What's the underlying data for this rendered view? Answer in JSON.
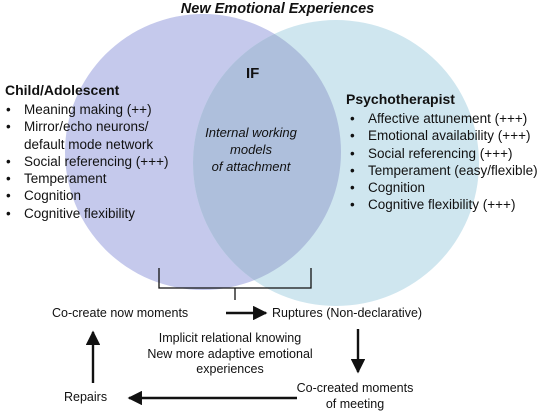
{
  "title": "New Emotional Experiences",
  "left_circle": {
    "heading": "Child/Adolescent",
    "items": [
      [
        "Meaning making (++)"
      ],
      [
        "Mirror/echo neurons/",
        "default mode network"
      ],
      [
        "Social referencing (+++)"
      ],
      [
        "Temperament"
      ],
      [
        "Cognition"
      ],
      [
        "Cognitive flexibility"
      ]
    ]
  },
  "right_circle": {
    "heading": "Psychotherapist",
    "items": [
      "Affective attunement (+++)",
      "Emotional availability (+++)",
      "Social referencing (+++)",
      "Temperament (easy/flexible)",
      "Cognition",
      "Cognitive flexibility (+++)"
    ]
  },
  "overlap": {
    "label": "IF",
    "lines": [
      "Internal working",
      "models",
      "of attachment"
    ]
  },
  "cycle": {
    "now_moments": "Co-create now moments",
    "ruptures": "Ruptures (Non-declarative)",
    "center_lines": [
      "Implicit relational knowing",
      "New more adaptive emotional",
      "experiences"
    ],
    "meeting_lines": [
      "Co-created moments",
      "of meeting"
    ],
    "repairs": "Repairs"
  },
  "colors": {
    "left_circle": "#c5c9ec",
    "right_circle": "#cfe6ef",
    "overlap": "#aebfdc",
    "line": "#111111"
  }
}
